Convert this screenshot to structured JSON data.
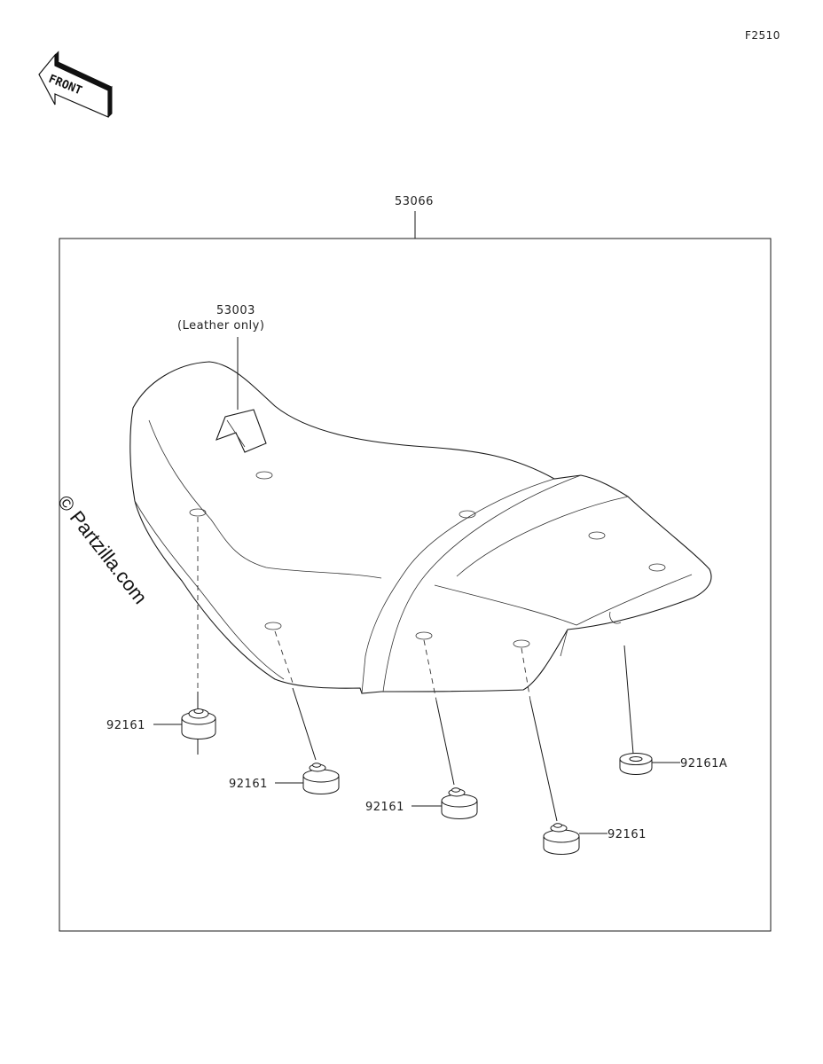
{
  "figure_code": "F2510",
  "front_indicator": "FRONT",
  "watermark": "© Partzilla.com",
  "labels": {
    "assembly": "53066",
    "cover_part": "53003",
    "cover_note": "(Leather only)",
    "damper_1": "92161",
    "damper_2": "92161",
    "damper_3": "92161",
    "damper_4": "92161",
    "damper_5": "92161A"
  }
}
